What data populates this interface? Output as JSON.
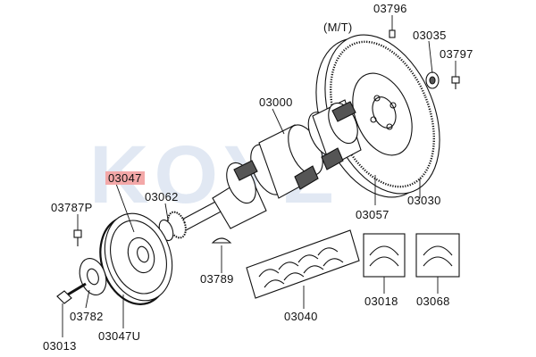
{
  "watermark": "KOYZ",
  "variant_note": "(M/T)",
  "parts": {
    "p03796": "03796",
    "p03035": "03035",
    "p03797": "03797",
    "p03000": "03000",
    "p03047": "03047",
    "p03062": "03062",
    "p03787P": "03787P",
    "p03789": "03789",
    "p03057": "03057",
    "p03030": "03030",
    "p03782": "03782",
    "p03013": "03013",
    "p03047U": "03047U",
    "p03040": "03040",
    "p03018": "03018",
    "p03068": "03068"
  },
  "colors": {
    "highlight": "#f3a8a8",
    "line": "#111111",
    "watermark": "#c9d7ea"
  }
}
